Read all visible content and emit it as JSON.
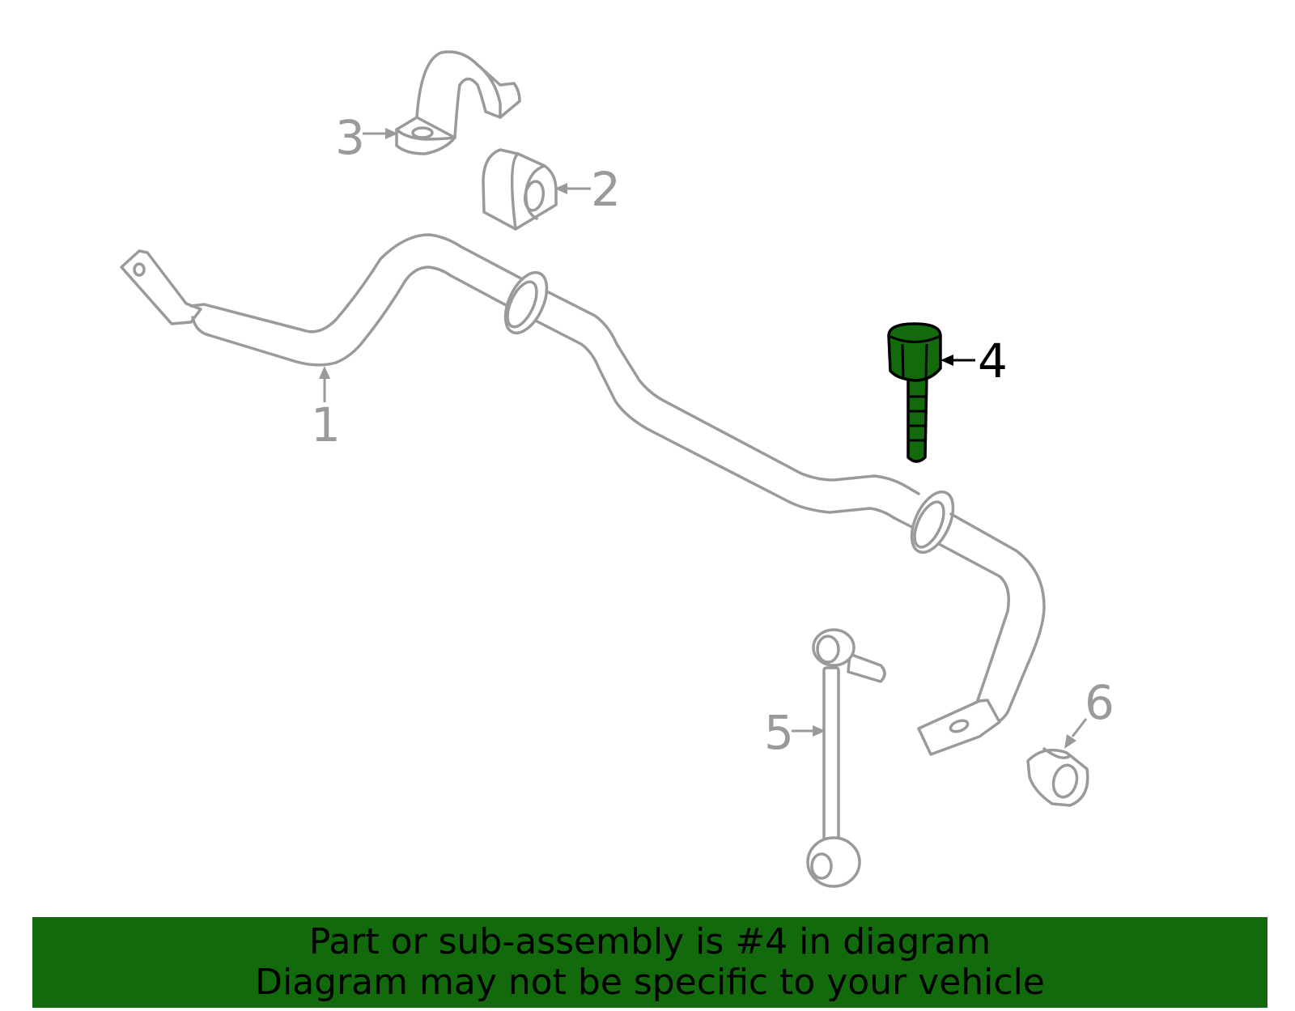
{
  "diagram": {
    "callouts": [
      {
        "id": "1",
        "label": "1",
        "highlighted": false
      },
      {
        "id": "2",
        "label": "2",
        "highlighted": false
      },
      {
        "id": "3",
        "label": "3",
        "highlighted": false
      },
      {
        "id": "4",
        "label": "4",
        "highlighted": true
      },
      {
        "id": "5",
        "label": "5",
        "highlighted": false
      },
      {
        "id": "6",
        "label": "6",
        "highlighted": false
      }
    ],
    "colors": {
      "part_outline": "#9a9a9a",
      "highlight_fill": "#136a0c",
      "banner_background": "#136a0c",
      "banner_text": "#000000"
    }
  },
  "banner": {
    "line1": "Part or sub-assembly is #4 in diagram",
    "line2": "Diagram may not be specific to your vehicle"
  }
}
